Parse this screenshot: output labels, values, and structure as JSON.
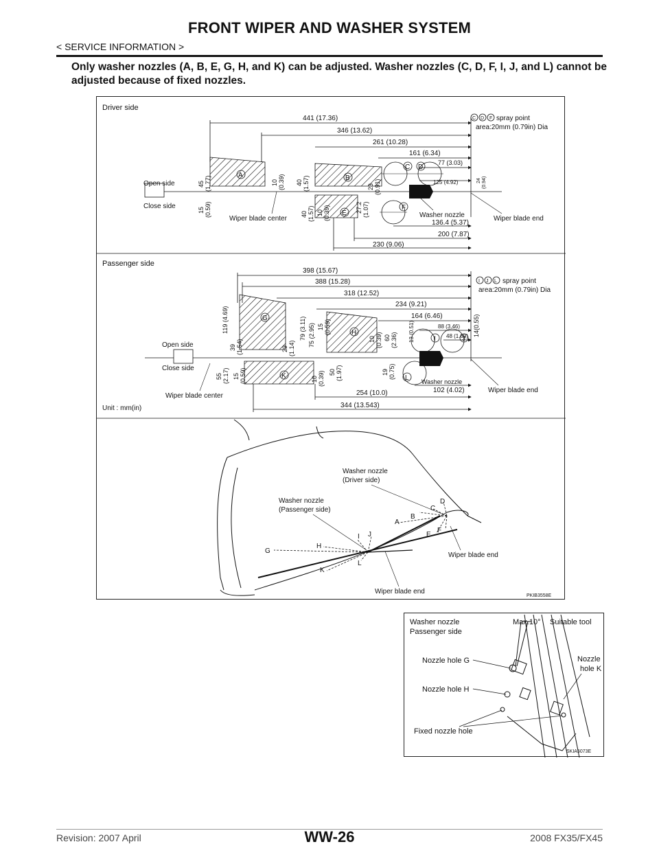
{
  "header": {
    "title": "FRONT WIPER AND WASHER SYSTEM",
    "section": "< SERVICE INFORMATION >"
  },
  "intro": "Only washer nozzles (A, B, E, G, H, and K) can be adjusted. Washer nozzles (C, D, F, I, J, and L) cannot be adjusted because of fixed nozzles.",
  "driver_diagram": {
    "heading": "Driver side",
    "spray_note_line1": "spray point",
    "spray_note_line2": "area:20mm (0.79in) Dia",
    "spray_letters": [
      "C",
      "D",
      "F"
    ],
    "dims_top": [
      "441 (17.36)",
      "346 (13.62)",
      "261 (10.28)",
      "161 (6.34)",
      "77 (3.03)",
      "125 (4.92)",
      "24",
      "(0.94)"
    ],
    "dims_bottom": [
      "136.4 (5.37)",
      "200 (7.87)",
      "230 (9.06)"
    ],
    "vertical_dims": [
      "45",
      "(1.77)",
      "10",
      "(0.39)",
      "40",
      "(1.57)",
      "23",
      "(0.91)",
      "15",
      "(0.59)",
      "40",
      "(1.57)",
      "10",
      "(0.39)",
      "27.2",
      "(1.07)"
    ],
    "nozzles": [
      "A",
      "B",
      "C",
      "D",
      "E",
      "F"
    ],
    "open_side": "Open side",
    "close_side": "Close side",
    "blade_center": "Wiper blade center",
    "washer_nozzle": "Washer nozzle",
    "blade_end": "Wiper blade end"
  },
  "passenger_diagram": {
    "heading": "Passenger side",
    "spray_note_line1": "spray point",
    "spray_note_line2": "area:20mm (0.79in) Dia",
    "spray_letters": [
      "I",
      "J",
      "L"
    ],
    "dims_top": [
      "398 (15.67)",
      "388 (15.28)",
      "318 (12.52)",
      "234 (9.21)",
      "164 (6.46)",
      "88 (3.46)",
      "48 (1.89)"
    ],
    "dims_bottom": [
      "102 (4.02)",
      "254 (10.0)",
      "344 (13.543)"
    ],
    "vertical_dims": [
      "119 (4.69)",
      "39",
      "(1.54)",
      "29",
      "(1.14)",
      "79 (3.11)",
      "75 (2.95)",
      "15",
      "(0.59)",
      "10",
      "(0.39)",
      "60",
      "(2.36)",
      "13 (0.51)",
      "14(0.55)",
      "55",
      "(2.17)",
      "15",
      "(0.59)",
      "10",
      "(0.39)",
      "50",
      "(1.97)",
      "19",
      "(0.75)"
    ],
    "nozzles": [
      "G",
      "H",
      "I",
      "J",
      "K",
      "L"
    ],
    "open_side": "Open side",
    "close_side": "Close side",
    "blade_center": "Wiper blade center",
    "washer_nozzle": "Washer nozzle",
    "blade_end": "Wiper blade end",
    "unit": "Unit : mm(in)"
  },
  "windshield_diagram": {
    "nozzle_driver_line1": "Washer nozzle",
    "nozzle_driver_line2": "(Driver side)",
    "nozzle_passenger_line1": "Washer nozzle",
    "nozzle_passenger_line2": "(Passenger side)",
    "blade_end_right": "Wiper blade end",
    "blade_end_bottom": "Wiper blade end",
    "letters": [
      "A",
      "B",
      "C",
      "D",
      "E",
      "F",
      "G",
      "H",
      "I",
      "J",
      "K",
      "L"
    ],
    "figure_code": "PKIB3558E"
  },
  "nozzle_detail": {
    "title_line1": "Washer nozzle",
    "title_line2": "Passenger side",
    "max_angle": "Max.10°",
    "tool": "Suitable tool",
    "hole_k_line1": "Nozzle",
    "hole_k_line2": "hole K",
    "hole_g": "Nozzle hole G",
    "hole_h": "Nozzle hole H",
    "fixed_hole": "Fixed nozzle hole",
    "figure_code": "SKIA5073E"
  },
  "footer": {
    "revision": "Revision: 2007 April",
    "page": "WW-26",
    "model": "2008 FX35/FX45"
  },
  "colors": {
    "ink": "#111111",
    "hatch": "#111111"
  }
}
